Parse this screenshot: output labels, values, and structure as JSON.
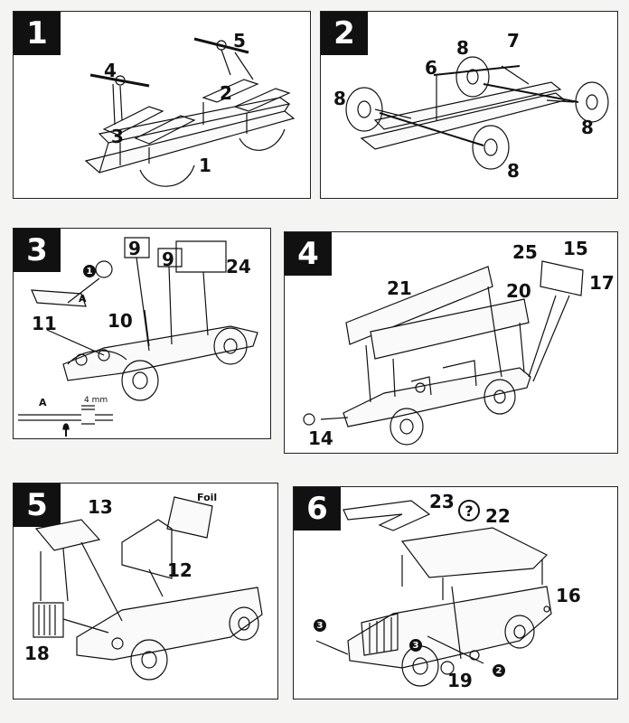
{
  "steps": [
    {
      "number": "1",
      "labels": {
        "a": "5",
        "b": "4",
        "c": "2",
        "d": "3",
        "e": "1"
      }
    },
    {
      "number": "2",
      "labels": {
        "a": "8",
        "b": "7",
        "c": "6",
        "d": "8",
        "e": "8",
        "f": "8"
      }
    },
    {
      "number": "3",
      "labels": {
        "a": "9",
        "b": "9",
        "c": "24",
        "d": "1",
        "e": "A",
        "f": "11",
        "g": "10"
      },
      "detail": {
        "letter": "A",
        "dimension": "4 mm"
      }
    },
    {
      "number": "4",
      "labels": {
        "a": "25",
        "b": "15",
        "c": "17",
        "d": "21",
        "e": "20",
        "f": "14"
      }
    },
    {
      "number": "5",
      "labels": {
        "a": "13",
        "b": "Foil",
        "c": "12",
        "d": "18"
      }
    },
    {
      "number": "6",
      "labels": {
        "a": "23",
        "b": "?",
        "c": "22",
        "d": "16",
        "e": "3",
        "f": "3",
        "g": "2",
        "h": "19"
      }
    }
  ]
}
